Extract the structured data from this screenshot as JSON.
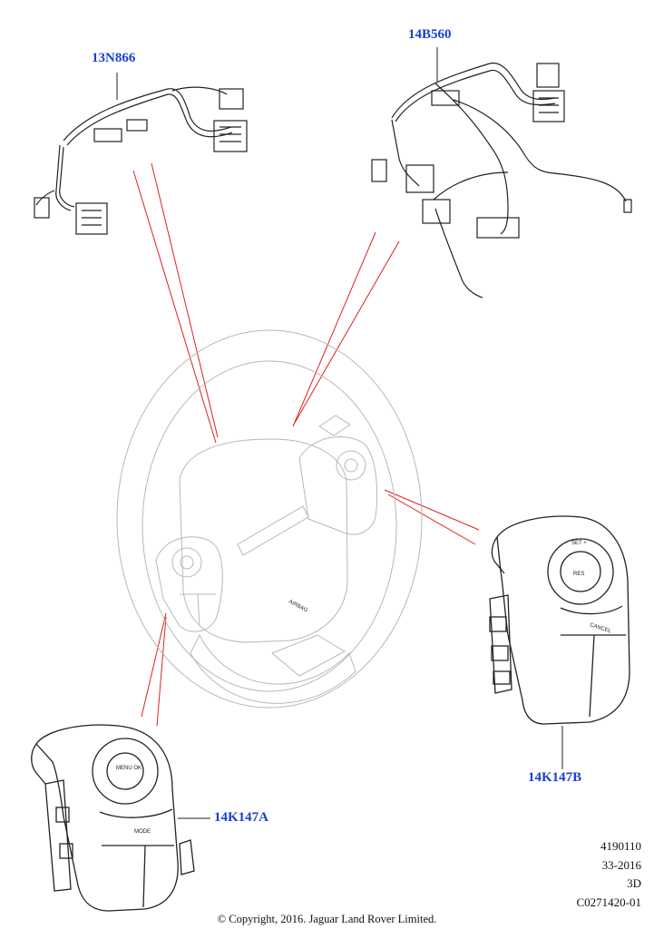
{
  "callouts": {
    "harness_left": "13N866",
    "harness_right": "14B560",
    "switch_left": "14K147A",
    "switch_right": "14K147B"
  },
  "steering_wheel_labels": {
    "airbag": "AIRBAG"
  },
  "switch_right_labels": {
    "set": "SET +",
    "cancel": "CANCEL",
    "res": "RES"
  },
  "switch_left_labels": {
    "menu": "MENU OK",
    "mode": "MODE"
  },
  "meta": {
    "ref1": "4190110",
    "ref2": "33-2016",
    "ref3": "3D",
    "ref4": "C0271420-01"
  },
  "copyright": "© Copyright, 2016. Jaguar Land Rover Limited.",
  "colors": {
    "callout": "#1a3fd1",
    "leader": "#e02020",
    "line": "#222222"
  }
}
